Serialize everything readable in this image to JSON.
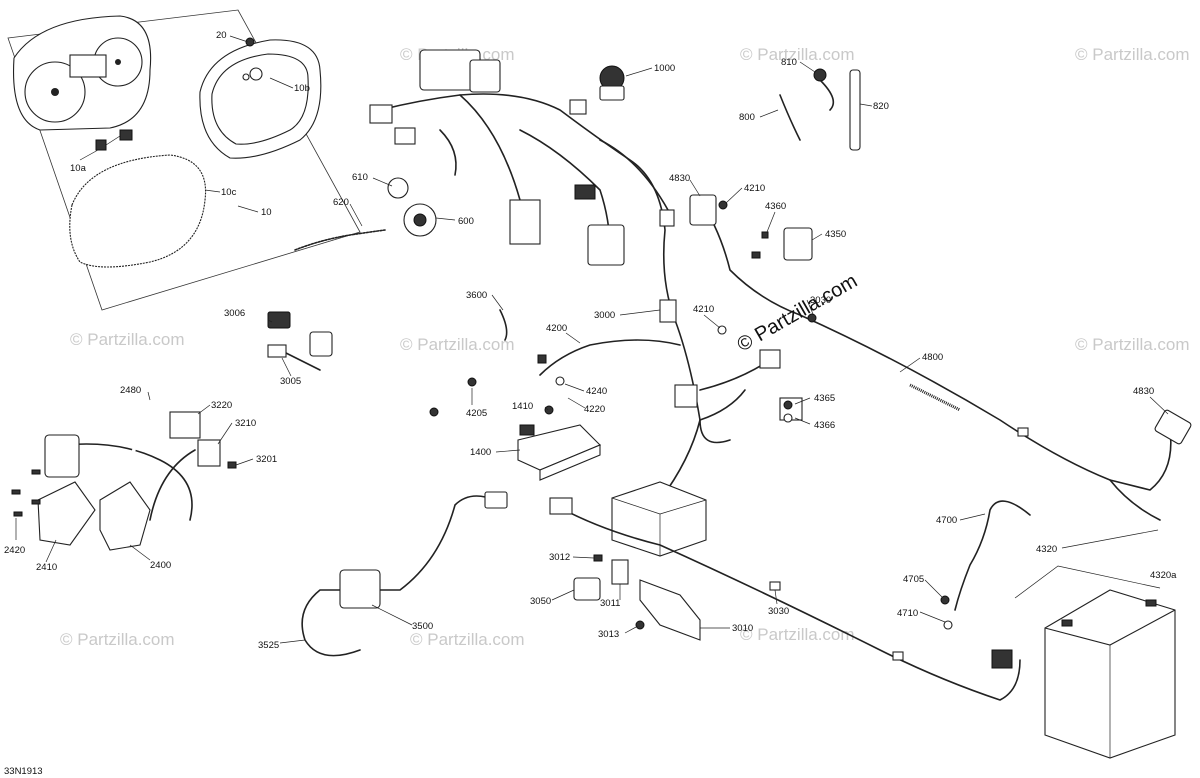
{
  "diagram": {
    "code": "33N1913",
    "watermark": "© Partzilla.com",
    "brand_badge": "© Partzilla.com",
    "callouts": [
      {
        "id": "20",
        "text": "20"
      },
      {
        "id": "10b",
        "text": "10b"
      },
      {
        "id": "10a",
        "text": "10a"
      },
      {
        "id": "10c",
        "text": "10c"
      },
      {
        "id": "10",
        "text": "10"
      },
      {
        "id": "1000",
        "text": "1000"
      },
      {
        "id": "810",
        "text": "810"
      },
      {
        "id": "820",
        "text": "820"
      },
      {
        "id": "800",
        "text": "800"
      },
      {
        "id": "610",
        "text": "610"
      },
      {
        "id": "620",
        "text": "620"
      },
      {
        "id": "600",
        "text": "600"
      },
      {
        "id": "4830a",
        "text": "4830"
      },
      {
        "id": "4210a",
        "text": "4210"
      },
      {
        "id": "4360",
        "text": "4360"
      },
      {
        "id": "4350",
        "text": "4350"
      },
      {
        "id": "3030a",
        "text": "3030"
      },
      {
        "id": "3600",
        "text": "3600"
      },
      {
        "id": "3000",
        "text": "3000"
      },
      {
        "id": "4210b",
        "text": "4210"
      },
      {
        "id": "3006",
        "text": "3006"
      },
      {
        "id": "3005",
        "text": "3005"
      },
      {
        "id": "4200",
        "text": "4200"
      },
      {
        "id": "4800",
        "text": "4800"
      },
      {
        "id": "4240",
        "text": "4240"
      },
      {
        "id": "4220",
        "text": "4220"
      },
      {
        "id": "4205",
        "text": "4205"
      },
      {
        "id": "1410",
        "text": "1410"
      },
      {
        "id": "4365",
        "text": "4365"
      },
      {
        "id": "4366",
        "text": "4366"
      },
      {
        "id": "4830b",
        "text": "4830"
      },
      {
        "id": "2480",
        "text": "2480"
      },
      {
        "id": "3220",
        "text": "3220"
      },
      {
        "id": "3210",
        "text": "3210"
      },
      {
        "id": "3201",
        "text": "3201"
      },
      {
        "id": "1400",
        "text": "1400"
      },
      {
        "id": "2420",
        "text": "2420"
      },
      {
        "id": "2410",
        "text": "2410"
      },
      {
        "id": "2400",
        "text": "2400"
      },
      {
        "id": "4700",
        "text": "4700"
      },
      {
        "id": "3012",
        "text": "3012"
      },
      {
        "id": "4320",
        "text": "4320"
      },
      {
        "id": "4320a",
        "text": "4320a"
      },
      {
        "id": "3050",
        "text": "3050"
      },
      {
        "id": "3011",
        "text": "3011"
      },
      {
        "id": "3030b",
        "text": "3030"
      },
      {
        "id": "4705",
        "text": "4705"
      },
      {
        "id": "4710",
        "text": "4710"
      },
      {
        "id": "3525",
        "text": "3525"
      },
      {
        "id": "3500",
        "text": "3500"
      },
      {
        "id": "3013",
        "text": "3013"
      },
      {
        "id": "3010",
        "text": "3010"
      }
    ]
  }
}
